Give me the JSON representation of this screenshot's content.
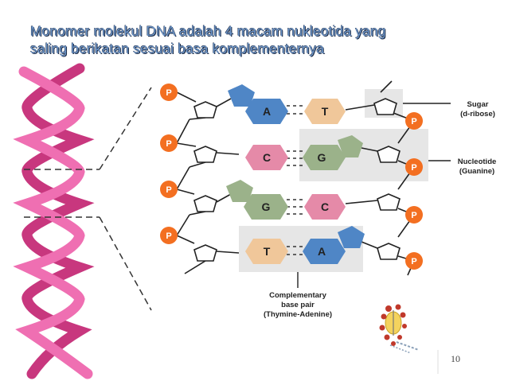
{
  "slide": {
    "title_line1": "Monomer molekul DNA adalah 4 macam nukleotida yang",
    "title_line2": "saling berikatan sesuai basa komplementernya",
    "page_number": "10"
  },
  "diagram": {
    "phosphate_label": "P",
    "rows": [
      {
        "left_base": "A",
        "right_base": "T"
      },
      {
        "left_base": "C",
        "right_base": "G"
      },
      {
        "left_base": "G",
        "right_base": "C"
      },
      {
        "left_base": "T",
        "right_base": "A"
      }
    ],
    "callouts": {
      "sugar_line1": "Sugar",
      "sugar_line2": "(d-ribose)",
      "nucleotide_line1": "Nucleotide",
      "nucleotide_line2": "(Guanine)",
      "pair_line1": "Complementary",
      "pair_line2": "base pair",
      "pair_line3": "(Thymine-Adenine)"
    }
  },
  "colors": {
    "title": "#6b94c8",
    "phosphate": "#f36f21",
    "adenine": "#4f86c6",
    "thymine": "#f0c79a",
    "cytosine": "#e58aa8",
    "guanine": "#9bb28a",
    "helix_pink": "#e7559f",
    "highlight_box": "#e6e6e6"
  }
}
